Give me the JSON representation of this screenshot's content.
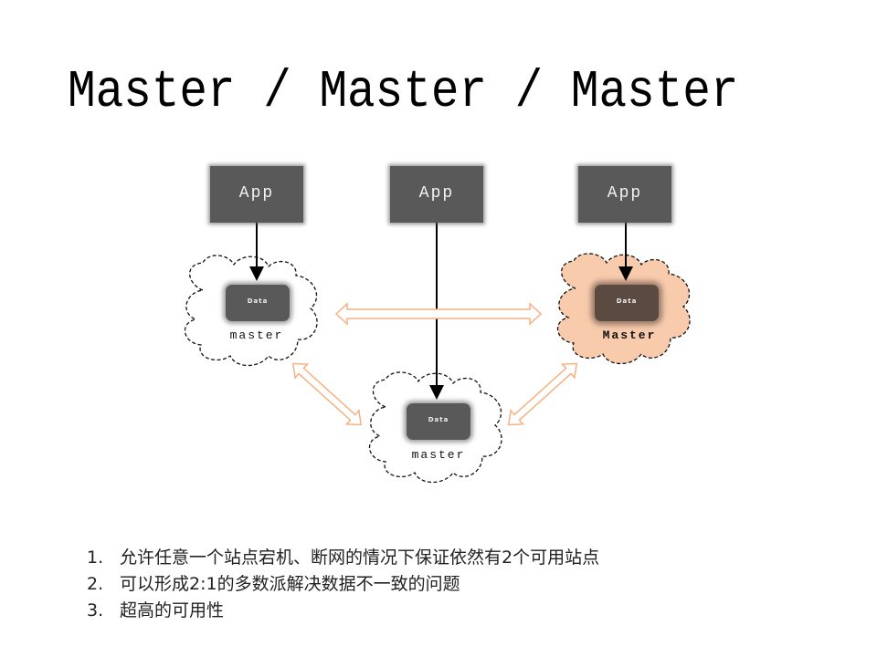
{
  "title": "Master / Master / Master",
  "diagram": {
    "apps": [
      {
        "label": "App"
      },
      {
        "label": "App"
      },
      {
        "label": "App"
      }
    ],
    "nodes": [
      {
        "data_label": "Data",
        "node_label": "master",
        "highlighted": false
      },
      {
        "data_label": "Data",
        "node_label": "master",
        "highlighted": false
      },
      {
        "data_label": "Data",
        "node_label": "Master",
        "highlighted": true
      }
    ],
    "colors": {
      "app_box": "#595959",
      "data_box": "#595959",
      "highlight_cloud": "#f8cbad",
      "replication_arrow": "#f4b183",
      "connector": "#000000"
    }
  },
  "bullets": [
    {
      "num": "1.",
      "text": "允许任意一个站点宕机、断网的情况下保证依然有2个可用站点"
    },
    {
      "num": "2.",
      "text": "可以形成2:1的多数派解决数据不一致的问题"
    },
    {
      "num": "3.",
      "text": "超高的可用性"
    }
  ]
}
